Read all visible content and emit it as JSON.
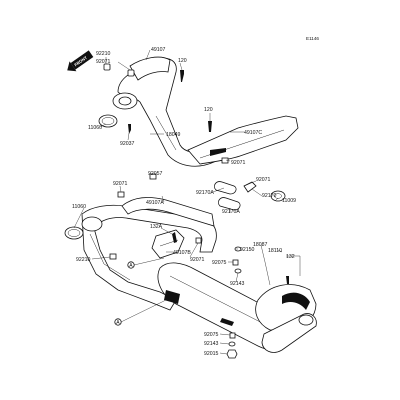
{
  "diagram": {
    "ref_code": "E1146",
    "front_badge": "FRONT",
    "marker_a": "A",
    "labels": {
      "p92210_top": "92210",
      "p49107_top": "49107",
      "p92071_top": "92071",
      "p120_top": "120",
      "p11060_top": "11060",
      "p92037": "92037",
      "p18049": "18049",
      "p120_mid": "120",
      "p49107c": "49107C",
      "p92071_mid": "92071",
      "p92071_right": "92071",
      "p92057": "92057",
      "p92170a_1": "92170A",
      "p92170": "92170",
      "p11009": "11009",
      "p92170a_2": "92170A",
      "p92071_left": "92071",
      "p49107a": "49107A",
      "p11060_left": "11060",
      "p92210_left": "92210",
      "p132a": "132A",
      "p49107b": "49107B",
      "p92071_low": "92071",
      "p92150": "92150",
      "p92075_mid": "92075",
      "p92143_mid": "92143",
      "p18087": "18087",
      "p18110": "18110",
      "p132": "132",
      "p92075_bot": "92075",
      "p92143_bot": "92143",
      "p92015": "92015"
    }
  }
}
